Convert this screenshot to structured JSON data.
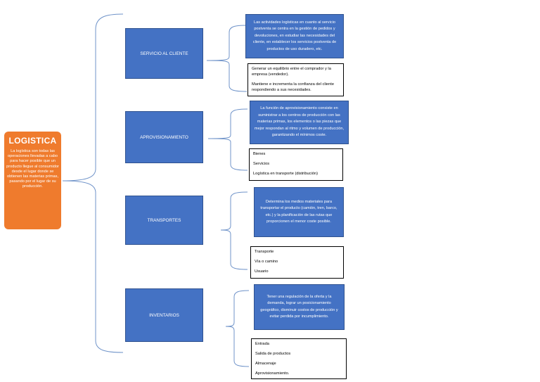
{
  "root": {
    "title": "LOGISTICA",
    "text": "La logística son todas las operaciones llevadas a cabo para hacer posible que un producto llegue al consumidor desde el lugar donde se obtienen las materias primas, pasando por el lugar de su producción."
  },
  "sections": {
    "servicio": {
      "title": "SERVICIO AL CLIENTE",
      "blue": "Las actividades logísticas en cuanto al servicio postventa se centra en la gestión de pedidos y devoluciones, en estudiar las necesidades del cliente, en establecer los servicios postventa de productos de uso duradero, etc.",
      "items": [
        "Generar un equilibrio entre el comprador y la empresa (vendedor).",
        "Mantiene e incrementa la confianza del cliente respondiendo a sus necesidades."
      ]
    },
    "aprovisionamiento": {
      "title": "APROVISIONAMIENTO",
      "blue": "La función de aprovisionamiento consiste en suministrar a los centros de producción con las materias primas, los elementos o las piezas que mejor respondan al ritmo y volumen de producción, garantizando el mínimos coste.",
      "items": [
        "Bienes",
        "Servicios",
        "Logística en transporte (distribución)"
      ]
    },
    "transportes": {
      "title": "TRANSPORTES",
      "blue": "Determina los medios materiales para transportar el producto (camión, tren, barco, etc.) y la planificación de las rutas que proporcionen el menor coste posible.",
      "items": [
        "Transporte",
        "Vía o camino",
        "Usuario"
      ]
    },
    "inventarios": {
      "title": "INVENTARIOS",
      "blue": "Tener una regulación de la oferta y la demanda, lograr un posicionamiento geográfico, disminuir costos de producción y evitar perdida por incumplimiento.",
      "items": [
        "Entrada",
        "Salida de productos",
        "Almacenaje",
        "Aprovisionamiento."
      ]
    }
  }
}
